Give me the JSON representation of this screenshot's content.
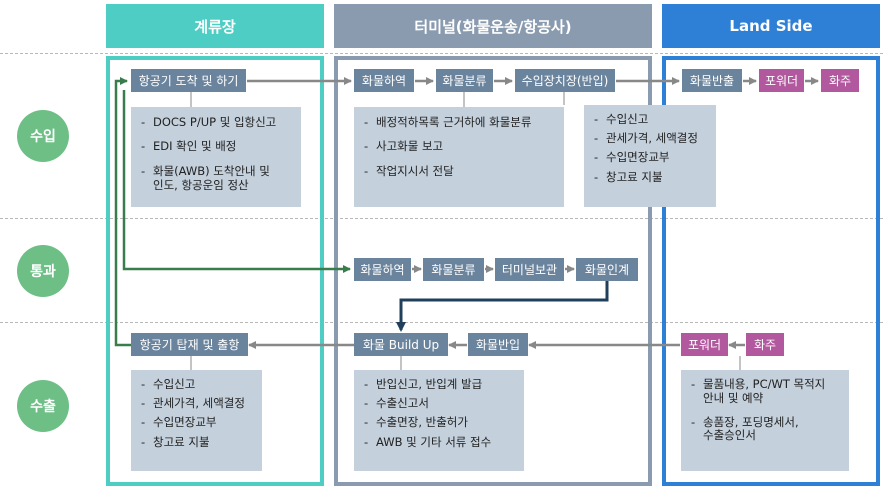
{
  "columns": {
    "gate": {
      "title": "계류장",
      "color": "#4ecdc4"
    },
    "terminal": {
      "title": "터미널(화물운송/항공사)",
      "color": "#8a9bb0"
    },
    "land": {
      "title": "Land Side",
      "color": "#2e7fd6"
    }
  },
  "rows": {
    "import": "수입",
    "transit": "통과",
    "export": "수출"
  },
  "import": {
    "arrive": "항공기 도착 및 하기",
    "unload": "화물하역",
    "sort": "화물분류",
    "storage": "수입장치장(반입)",
    "release": "화물반출",
    "forwarder": "포워더",
    "owner": "화주",
    "notes_gate": [
      "DOCS P/UP 및 입항신고",
      "EDI 확인 및 배정",
      "화물(AWB) 도착안내 및\n인도, 항공운임 정산"
    ],
    "notes_terminal": [
      "배정적하목록 근거하에 화물분류",
      "사고화물 보고",
      "작업지시서 전달"
    ],
    "notes_customs": [
      "수입신고",
      "관세가격, 세액결정",
      "수입면장교부",
      "창고료 지불"
    ]
  },
  "transit": {
    "unload": "화물하역",
    "sort": "화물분류",
    "store": "터미널보관",
    "handover": "화물인계"
  },
  "export": {
    "load": "항공기 탑재 및 출항",
    "buildup": "화물 Build Up",
    "receive": "화물반입",
    "forwarder": "포워더",
    "owner": "화주",
    "notes_gate": [
      "수입신고",
      "관세가격, 세액결정",
      "수입면장교부",
      "창고료 지불"
    ],
    "notes_terminal": [
      "반입신고, 반입계 발급",
      "수출신고서",
      "수출면장, 반출허가",
      "AWB 및 기타 서류 접수"
    ],
    "notes_land": [
      "물품내용, PC/WT 목적지\n안내 및 예약",
      "송품장, 포딩명세서,\n수출승인서"
    ]
  },
  "colors": {
    "step": "#6b849d",
    "pink": "#b2589e",
    "note": "#c4d0dc",
    "row_circle": "#6dbf86",
    "arrow_gray": "#888888",
    "arrow_green": "#3a7d4d",
    "arrow_navy": "#1f3f5b"
  }
}
